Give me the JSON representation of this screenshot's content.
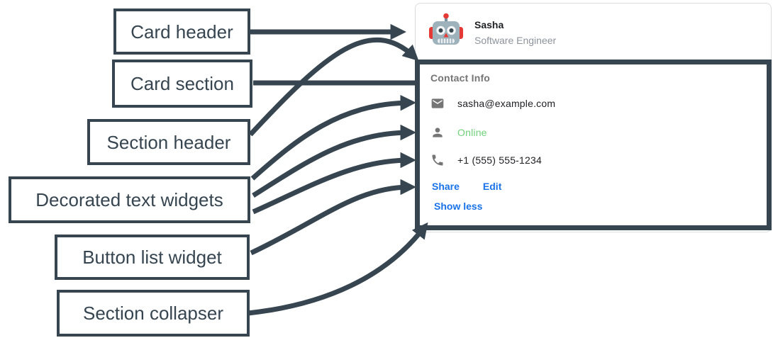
{
  "diagram": {
    "arrow_color": "#364550",
    "labels": {
      "card_header": "Card header",
      "card_section": "Card section",
      "section_header": "Section header",
      "decorated_text_widgets": "Decorated text widgets",
      "button_list_widget": "Button list widget",
      "section_collapser": "Section collapser"
    }
  },
  "card": {
    "header": {
      "title": "Sasha",
      "subtitle": "Software Engineer",
      "avatar": "robot-avatar"
    },
    "section": {
      "title": "Contact Info",
      "widgets": [
        {
          "icon": "email-icon",
          "text": "sasha@example.com"
        },
        {
          "icon": "person-icon",
          "text": "Online",
          "status_color": "#6FD07A"
        },
        {
          "icon": "phone-icon",
          "text": "+1 (555) 555-1234"
        }
      ],
      "buttons": [
        {
          "label": "Share"
        },
        {
          "label": "Edit"
        }
      ],
      "collapser_label": "Show less",
      "link_color": "#1A73E8"
    }
  }
}
